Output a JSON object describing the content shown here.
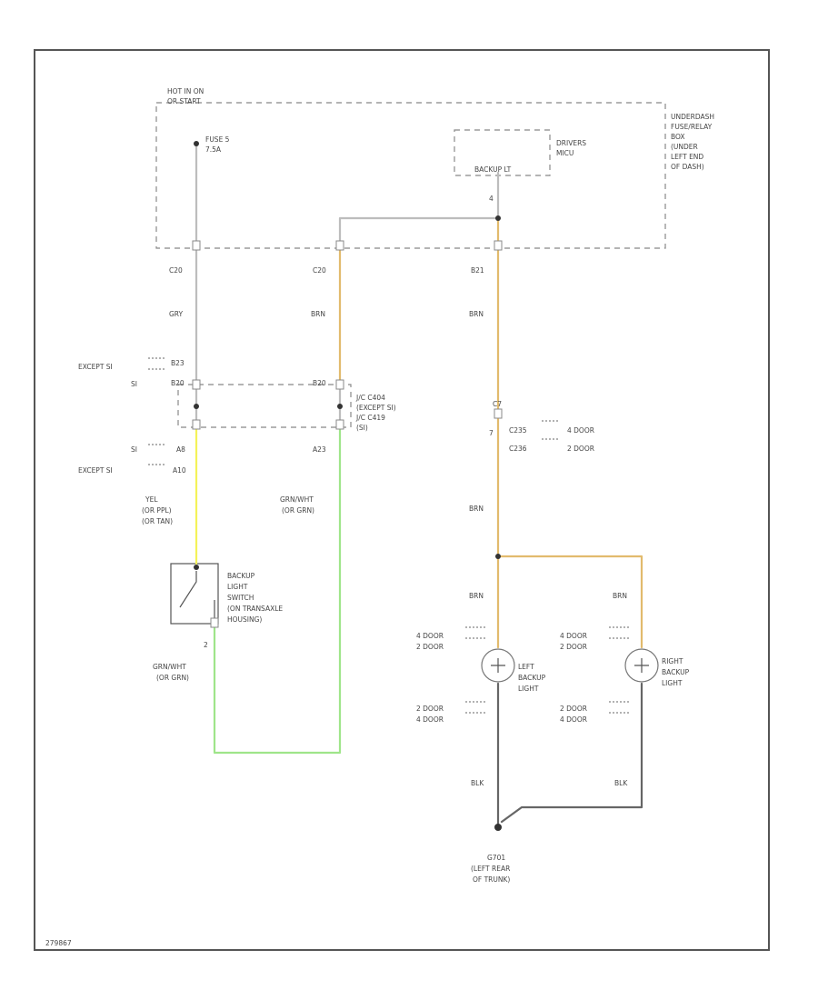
{
  "colors": {
    "gray": "#bdbdbd",
    "brown": "#e2bb6d",
    "yellow": "#f4f25a",
    "green": "#9fe58a",
    "black": "#666666"
  },
  "labels": {
    "hot": [
      "HOT IN ON",
      "OR START"
    ],
    "fuse": [
      "FUSE 5",
      "7.5A"
    ],
    "underdash": [
      "UNDERDASH",
      "FUSE/RELAY",
      "BOX",
      "(UNDER",
      "LEFT END",
      "OF DASH)"
    ],
    "drivers_box": [
      "DRIVERS",
      "MICU"
    ],
    "backup_lt": "BACKUP LT",
    "pin_4": "4",
    "c_left": "C20",
    "c_mid": "C20",
    "c_right": "B21",
    "gry": "GRY",
    "brn_mid": "BRN",
    "brn_right_top": "BRN",
    "except_si_1": "EXCEPT SI",
    "si_1": "SI",
    "b23": "B23",
    "b20_left": "B20",
    "b20_mid": "B20",
    "jc_labels": [
      "J/C C404",
      "(EXCEPT SI)",
      "J/C C419",
      "(SI)"
    ],
    "si_2": "SI",
    "except_si_2": "EXCEPT SI",
    "a8": "A8",
    "a10": "A10",
    "a23": "A23",
    "yel_label": [
      "YEL",
      "(OR PPL)",
      "(OR TAN)"
    ],
    "grn_wht_label": [
      "GRN/WHT",
      "(OR GRN)"
    ],
    "c7": "C7",
    "pin_7": "7",
    "c235": "C235",
    "c236": "C236",
    "door4_a": "4 DOOR",
    "door2_a": "2 DOOR",
    "brn_low": "BRN",
    "backup_switch": [
      "BACKUP",
      "LIGHT",
      "SWITCH",
      "(ON TRANSAXLE",
      "HOUSING)"
    ],
    "pin_2": "2",
    "grn_wht_2": [
      "GRN/WHT",
      "(OR GRN)"
    ],
    "brn_left_lamp": "BRN",
    "brn_right_lamp": "BRN",
    "left_lamp_doors_top": [
      "4 DOOR",
      "2 DOOR"
    ],
    "right_lamp_doors_top": [
      "4 DOOR",
      "2 DOOR"
    ],
    "left_lamp": [
      "LEFT",
      "BACKUP",
      "LIGHT"
    ],
    "right_lamp": [
      "RIGHT",
      "BACKUP",
      "LIGHT"
    ],
    "left_lamp_doors_bot": [
      "2 DOOR",
      "4 DOOR"
    ],
    "right_lamp_doors_bot": [
      "2 DOOR",
      "4 DOOR"
    ],
    "blk_left": "BLK",
    "blk_right": "BLK",
    "ground": [
      "G701",
      "(LEFT REAR",
      "OF TRUNK)"
    ],
    "figure_code": "279867"
  }
}
